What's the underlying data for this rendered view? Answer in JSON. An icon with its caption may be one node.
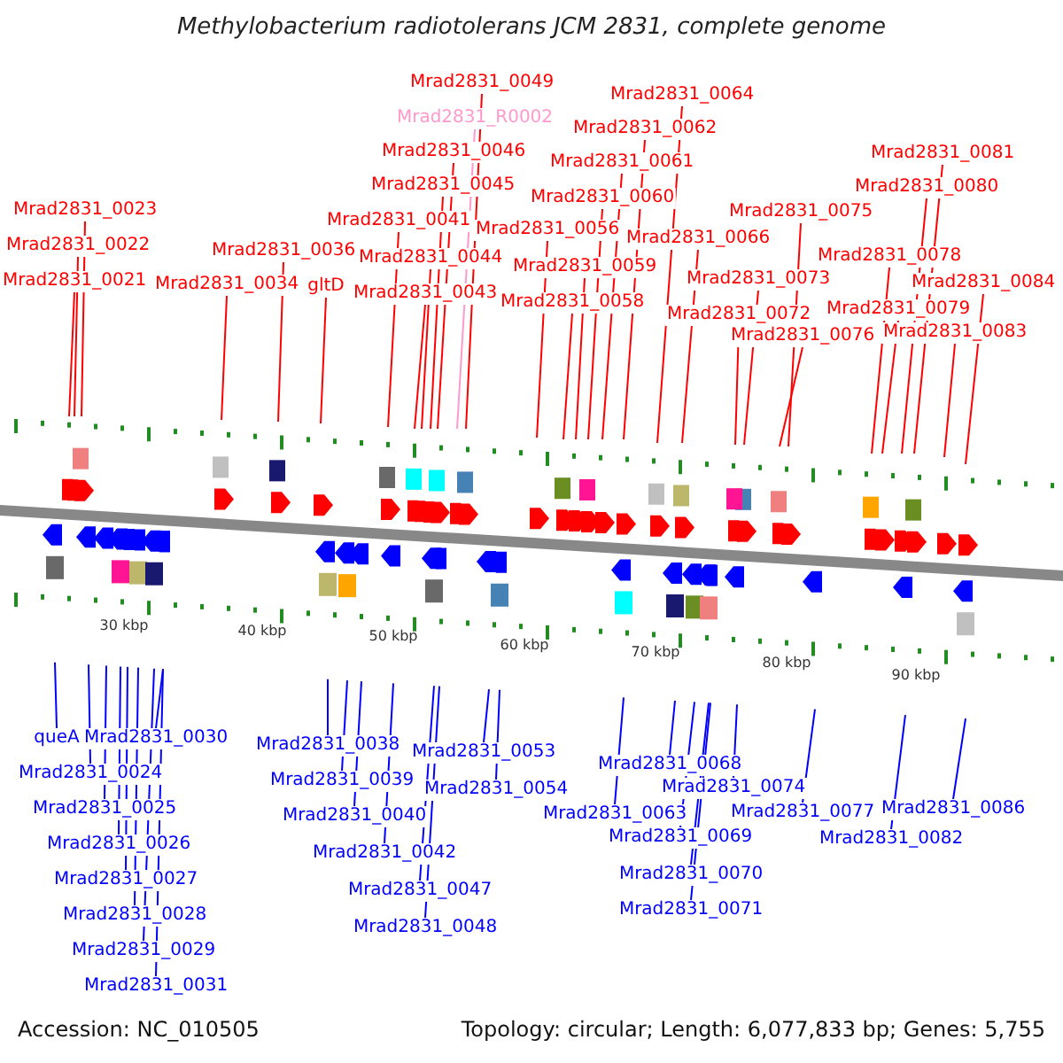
{
  "diagram": {
    "title": "Methylobacterium radiotolerans JCM 2831, complete genome",
    "nodes": [
      {
        "text": [
          "Mrad2831_0049"
        ]
      },
      {
        "text": [
          "Mrad2831_R0002"
        ]
      },
      {
        "text": [
          "Mrad2831_0064"
        ]
      },
      {
        "text": [
          "Mrad2831_0062"
        ]
      },
      {
        "text": [
          "Mrad2831_0046"
        ]
      },
      {
        "text": [
          "Mrad2831_0061"
        ]
      },
      {
        "text": [
          "Mrad2831_0081"
        ]
      },
      {
        "text": [
          "Mrad2831_0045"
        ]
      },
      {
        "text": [
          "Mrad2831_0060"
        ]
      },
      {
        "text": [
          "Mrad2831_0080"
        ]
      },
      {
        "text": [
          "Mrad2831_0023"
        ]
      },
      {
        "text": [
          "Mrad2831_0075"
        ]
      },
      {
        "text": [
          "Mrad2831_0041"
        ]
      },
      {
        "text": [
          "Mrad2831_0056"
        ]
      },
      {
        "text": [
          "Mrad2831_0066"
        ]
      },
      {
        "text": [
          "Mrad2831_0022"
        ]
      },
      {
        "text": [
          "Mrad2831_0036"
        ]
      },
      {
        "text": [
          "Mrad2831_0044"
        ]
      },
      {
        "text": [
          "Mrad2831_0078"
        ]
      },
      {
        "text": [
          "Mrad2831_0059"
        ]
      },
      {
        "text": [
          "Mrad2831_0073"
        ]
      },
      {
        "text": [
          "Mrad2831_0021"
        ]
      },
      {
        "text": [
          "Mrad2831_0034"
        ]
      },
      {
        "text": [
          "gltD"
        ]
      },
      {
        "text": [
          "Mrad2831_0043"
        ]
      },
      {
        "text": [
          "Mrad2831_0084"
        ]
      },
      {
        "text": [
          "Mrad2831_0058"
        ]
      },
      {
        "text": [
          "Mrad2831_0079"
        ]
      },
      {
        "text": [
          "Mrad2831_0072"
        ]
      },
      {
        "text": [
          "Mrad2831_0083"
        ]
      },
      {
        "text": [
          "Mrad2831_0076"
        ]
      },
      {
        "text": [
          "queA"
        ]
      },
      {
        "text": [
          "Mrad2831_0030"
        ]
      },
      {
        "text": [
          "Mrad2831_0038"
        ]
      },
      {
        "text": [
          "Mrad2831_0053"
        ]
      },
      {
        "text": [
          "Mrad2831_0068"
        ]
      },
      {
        "text": [
          "Mrad2831_0024"
        ]
      },
      {
        "text": [
          "Mrad2831_0039"
        ]
      },
      {
        "text": [
          "Mrad2831_0074"
        ]
      },
      {
        "text": [
          "Mrad2831_0054"
        ]
      },
      {
        "text": [
          "Mrad2831_0025"
        ]
      },
      {
        "text": [
          "Mrad2831_0086"
        ]
      },
      {
        "text": [
          "Mrad2831_0077"
        ]
      },
      {
        "text": [
          "Mrad2831_0063"
        ]
      },
      {
        "text": [
          "Mrad2831_0040"
        ]
      },
      {
        "text": [
          "Mrad2831_0069"
        ]
      },
      {
        "text": [
          "Mrad2831_0082"
        ]
      },
      {
        "text": [
          "Mrad2831_0026"
        ]
      },
      {
        "text": [
          "Mrad2831_0042"
        ]
      },
      {
        "text": [
          "Mrad2831_0070"
        ]
      },
      {
        "text": [
          "Mrad2831_0027"
        ]
      },
      {
        "text": [
          "Mrad2831_0047"
        ]
      },
      {
        "text": [
          "Mrad2831_0071"
        ]
      },
      {
        "text": [
          "Mrad2831_0028"
        ]
      },
      {
        "text": [
          "Mrad2831_0048"
        ]
      },
      {
        "text": [
          "Mrad2831_0029"
        ]
      },
      {
        "text": [
          "Mrad2831_0031"
        ]
      }
    ],
    "edges": [
      {
        "from": 0,
        "to": null,
        "arrow": "none"
      },
      {
        "from": 1,
        "to": null,
        "arrow": "none",
        "color": "#ff99cc"
      },
      {
        "from": 2,
        "to": null,
        "arrow": "none"
      },
      {
        "from": 3,
        "to": null,
        "arrow": "none"
      },
      {
        "from": 4,
        "to": null,
        "arrow": "none"
      },
      {
        "from": 5,
        "to": null,
        "arrow": "none"
      },
      {
        "from": 6,
        "to": null,
        "arrow": "none"
      },
      {
        "from": 7,
        "to": null,
        "arrow": "none"
      },
      {
        "from": 8,
        "to": null,
        "arrow": "none"
      },
      {
        "from": 9,
        "to": null,
        "arrow": "none"
      },
      {
        "from": 10,
        "to": null,
        "arrow": "none"
      },
      {
        "from": 11,
        "to": null,
        "arrow": "none"
      },
      {
        "from": 12,
        "to": null,
        "arrow": "none"
      },
      {
        "from": 13,
        "to": null,
        "arrow": "none"
      },
      {
        "from": 14,
        "to": null,
        "arrow": "none"
      },
      {
        "from": 15,
        "to": null,
        "arrow": "none"
      },
      {
        "from": 16,
        "to": null,
        "arrow": "none"
      },
      {
        "from": 17,
        "to": null,
        "arrow": "none"
      },
      {
        "from": 18,
        "to": null,
        "arrow": "none"
      },
      {
        "from": 19,
        "to": null,
        "arrow": "none"
      },
      {
        "from": 20,
        "to": null,
        "arrow": "none"
      },
      {
        "from": 21,
        "to": null,
        "arrow": "none"
      },
      {
        "from": 22,
        "to": null,
        "arrow": "none"
      },
      {
        "from": 23,
        "to": null,
        "arrow": "none"
      },
      {
        "from": 24,
        "to": null,
        "arrow": "none"
      },
      {
        "from": 25,
        "to": null,
        "arrow": "none"
      },
      {
        "from": 26,
        "to": null,
        "arrow": "none"
      },
      {
        "from": 27,
        "to": null,
        "arrow": "none"
      },
      {
        "from": 28,
        "to": null,
        "arrow": "none"
      },
      {
        "from": 29,
        "to": null,
        "arrow": "none"
      },
      {
        "from": 30,
        "to": null,
        "arrow": "none"
      },
      {
        "from": 31,
        "to": null,
        "arrow": "none",
        "color": "#0000ff"
      },
      {
        "from": 32,
        "to": null,
        "arrow": "none",
        "color": "#0000ff"
      },
      {
        "from": 33,
        "to": null,
        "arrow": "none",
        "color": "#0000ff"
      },
      {
        "from": 34,
        "to": null,
        "arrow": "none",
        "color": "#0000ff"
      },
      {
        "from": 35,
        "to": null,
        "arrow": "none",
        "color": "#0000ff"
      },
      {
        "from": 36,
        "to": null,
        "arrow": "none",
        "color": "#0000ff"
      },
      {
        "from": 37,
        "to": null,
        "arrow": "none",
        "color": "#0000ff"
      },
      {
        "from": 38,
        "to": null,
        "arrow": "none",
        "color": "#0000ff"
      },
      {
        "from": 39,
        "to": null,
        "arrow": "none",
        "color": "#0000ff"
      },
      {
        "from": 40,
        "to": null,
        "arrow": "none",
        "color": "#0000ff"
      },
      {
        "from": 41,
        "to": null,
        "arrow": "none",
        "color": "#0000ff"
      },
      {
        "from": 42,
        "to": null,
        "arrow": "none",
        "color": "#0000ff"
      },
      {
        "from": 43,
        "to": null,
        "arrow": "none",
        "color": "#0000ff"
      },
      {
        "from": 44,
        "to": null,
        "arrow": "none",
        "color": "#0000ff"
      },
      {
        "from": 45,
        "to": null,
        "arrow": "none",
        "color": "#0000ff"
      },
      {
        "from": 46,
        "to": null,
        "arrow": "none",
        "color": "#0000ff"
      },
      {
        "from": 47,
        "to": null,
        "arrow": "none",
        "color": "#0000ff"
      },
      {
        "from": 48,
        "to": null,
        "arrow": "none",
        "color": "#0000ff"
      },
      {
        "from": 49,
        "to": null,
        "arrow": "none",
        "color": "#0000ff"
      },
      {
        "from": 50,
        "to": null,
        "arrow": "none",
        "color": "#0000ff"
      },
      {
        "from": 51,
        "to": null,
        "arrow": "none",
        "color": "#0000ff"
      },
      {
        "from": 52,
        "to": null,
        "arrow": "none",
        "color": "#0000ff"
      },
      {
        "from": 53,
        "to": null,
        "arrow": "none",
        "color": "#0000ff"
      },
      {
        "from": 54,
        "to": null,
        "arrow": "none",
        "color": "#0000ff"
      },
      {
        "from": 55,
        "to": null,
        "arrow": "none",
        "color": "#0000ff"
      },
      {
        "from": 56,
        "to": null,
        "arrow": "none",
        "color": "#0000ff"
      }
    ],
    "labels": [
      "30 kbp",
      "40 kbp",
      "50 kbp",
      "60 kbp",
      "70 kbp",
      "80 kbp",
      "90 kbp",
      "Accession: NC_010505",
      "Topology: circular; Length: 6,077,833 bp; Genes: 5,755"
    ]
  }
}
